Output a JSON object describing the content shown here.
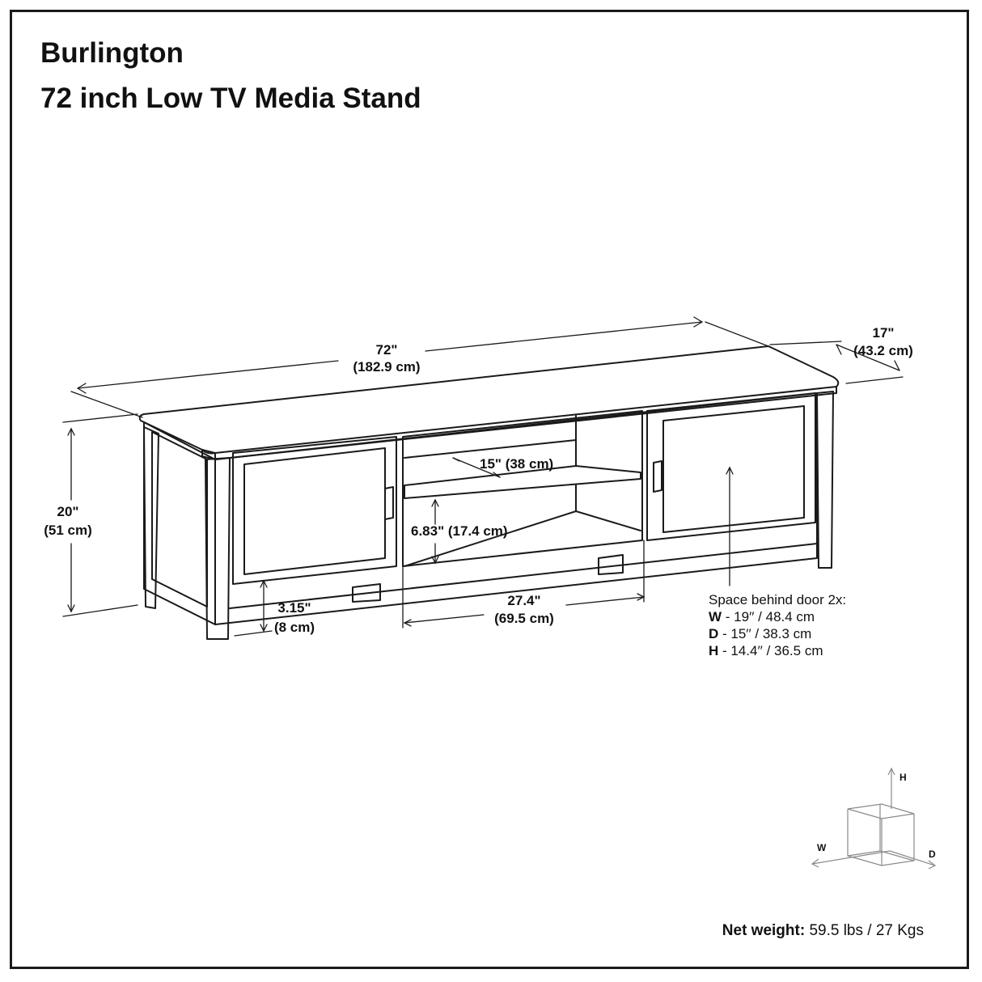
{
  "title": {
    "line1": "Burlington",
    "line2": "72 inch Low TV Media Stand"
  },
  "dimensions": {
    "width_in": "72\"",
    "width_cm": "(182.9 cm)",
    "depth_in": "17\"",
    "depth_cm": "(43.2 cm)",
    "height_in": "20\"",
    "height_cm": "(51 cm)",
    "shelf_depth": "15\" (38 cm)",
    "shelf_height": "6.83\" (17.4 cm)",
    "opening_width_in": "27.4\"",
    "opening_width_cm": "(69.5 cm)",
    "clearance_in": "3.15\"",
    "clearance_cm": "(8 cm)"
  },
  "space_behind_door": {
    "heading": "Space behind door 2x:",
    "rows": [
      {
        "key": "W",
        "value": " - 19′′ / 48.4 cm"
      },
      {
        "key": "D",
        "value": " - 15′′ / 38.3 cm"
      },
      {
        "key": "H",
        "value": " - 14.4′′ / 36.5 cm"
      }
    ]
  },
  "axes": {
    "h": "H",
    "w": "W",
    "d": "D"
  },
  "net_weight": {
    "label": "Net weight:",
    "value": " 59.5 lbs / 27 Kgs"
  },
  "colors": {
    "line": "#1a1a1a",
    "axis_line": "#8a8a8a"
  }
}
